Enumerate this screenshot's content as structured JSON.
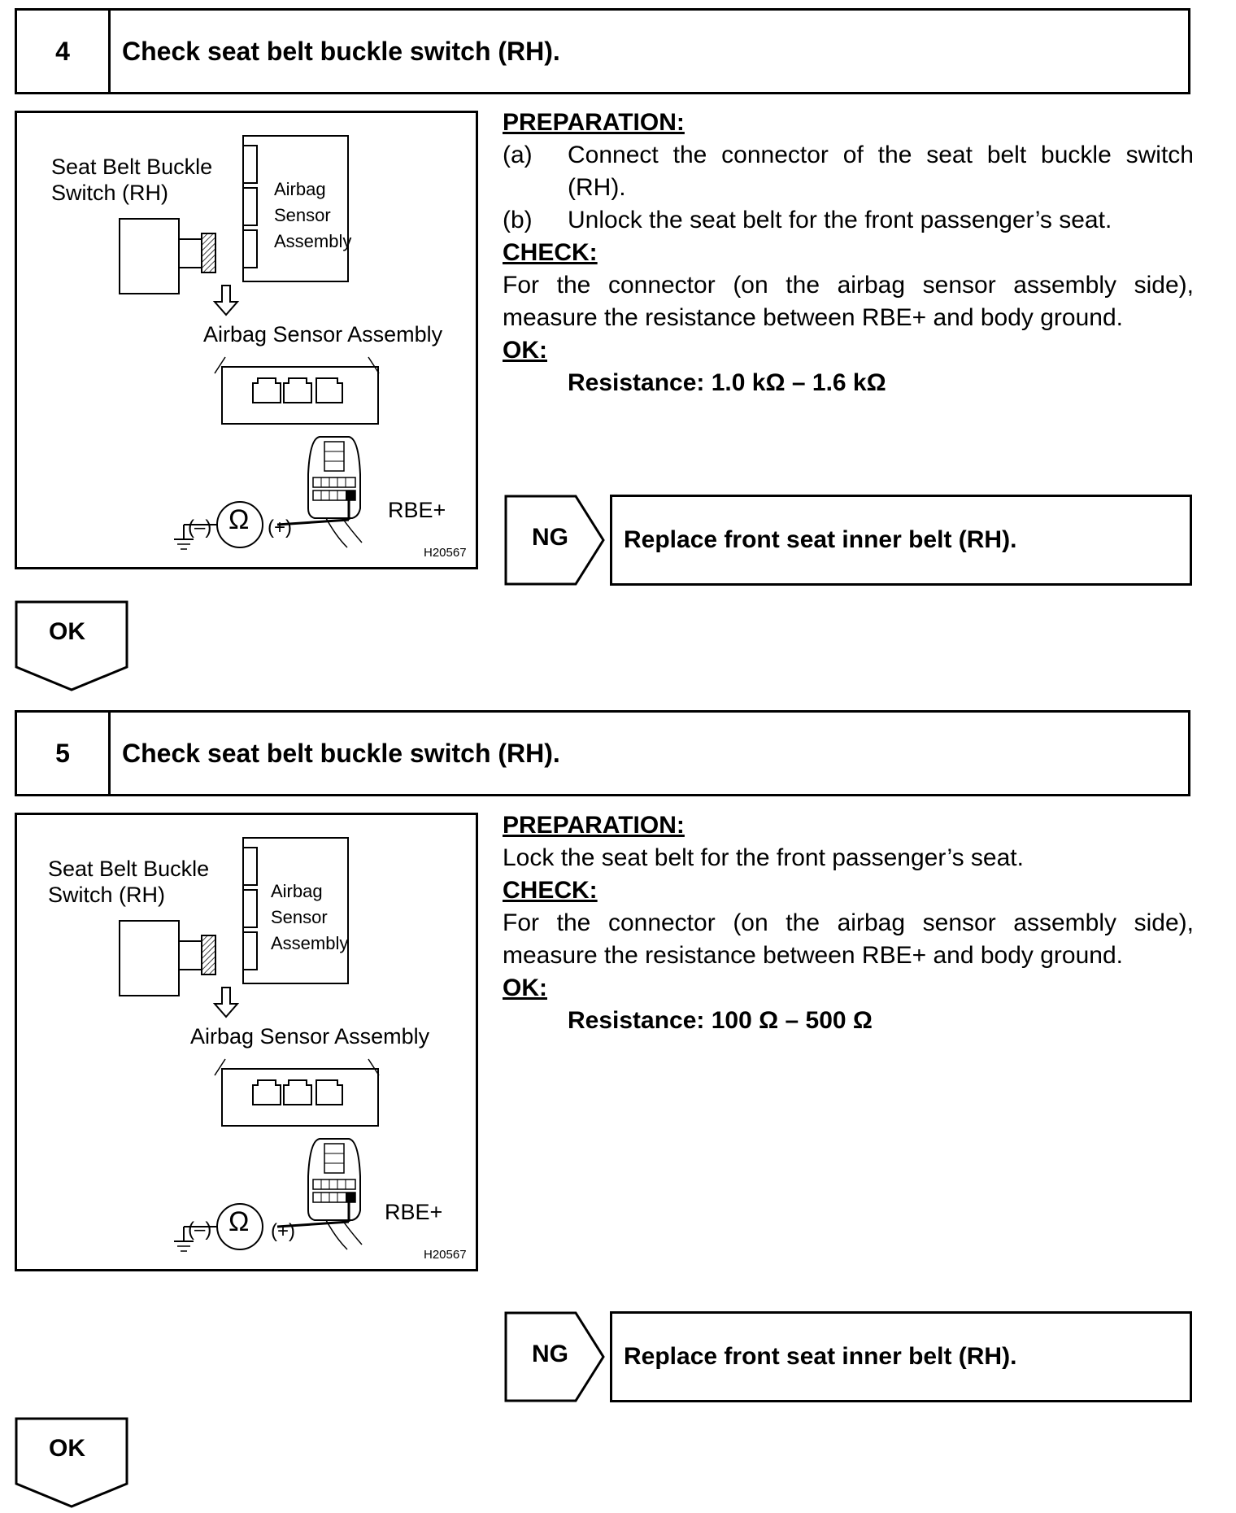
{
  "step4": {
    "number": "4",
    "title": "Check seat belt buckle switch (RH).",
    "figure": {
      "switch_label_line1": "Seat Belt Buckle",
      "switch_label_line2": "Switch (RH)",
      "sensor_label_line1": "Airbag",
      "sensor_label_line2": "Sensor",
      "sensor_label_line3": "Assembly",
      "assembly_label": "Airbag Sensor Assembly",
      "minus": "(–)",
      "ohm": "Ω",
      "plus": "(+)",
      "terminal": "RBE+",
      "code": "H20567"
    },
    "preparation_heading": "PREPARATION:",
    "preparation_items": [
      {
        "label": "(a)",
        "text": "Connect the connector of the seat belt buckle switch (RH)."
      },
      {
        "label": "(b)",
        "text": "Unlock the seat belt for the front passenger’s seat."
      }
    ],
    "check_heading": "CHECK:",
    "check_text": "For the connector (on the airbag sensor assembly side), measure the resistance between RBE+ and body ground.",
    "ok_heading": "OK:",
    "spec": "Resistance: 1.0 kΩ – 1.6 kΩ",
    "ng_label": "NG",
    "ng_action": "Replace front seat inner belt (RH).",
    "ok_label": "OK"
  },
  "step5": {
    "number": "5",
    "title": "Check seat belt buckle switch (RH).",
    "figure": {
      "switch_label_line1": "Seat Belt Buckle",
      "switch_label_line2": "Switch (RH)",
      "sensor_label_line1": "Airbag",
      "sensor_label_line2": "Sensor",
      "sensor_label_line3": "Assembly",
      "assembly_label": "Airbag Sensor Assembly",
      "minus": "(–)",
      "ohm": "Ω",
      "plus": "(+)",
      "terminal": "RBE+",
      "code": "H20567"
    },
    "preparation_heading": "PREPARATION:",
    "preparation_text": "Lock the seat belt for the front passenger’s seat.",
    "check_heading": "CHECK:",
    "check_text": "For the connector (on the airbag sensor assembly side), measure the resistance between RBE+ and body ground.",
    "ok_heading": "OK:",
    "spec": "Resistance: 100 Ω – 500 Ω",
    "ng_label": "NG",
    "ng_action": "Replace front seat inner belt (RH).",
    "ok_label": "OK"
  }
}
